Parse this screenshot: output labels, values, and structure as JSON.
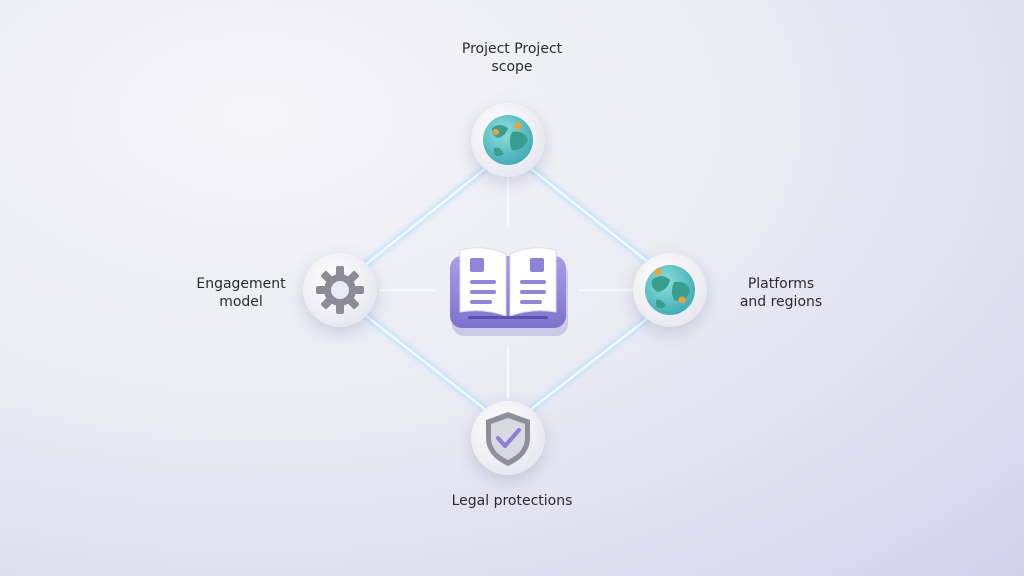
{
  "nodes": {
    "top": {
      "label": "Project Project\nscope",
      "icon": "globe-icon"
    },
    "left": {
      "label": "Engagement\nmodel",
      "icon": "gear-icon"
    },
    "right": {
      "label": "Platforms\nand regions",
      "icon": "globe-icon"
    },
    "bottom": {
      "label": "Legal protections",
      "icon": "shield-check-icon"
    },
    "center": {
      "icon": "open-book-icon"
    }
  },
  "colors": {
    "accent": "#8b7fd6",
    "connector_glow": "#cfe8fb",
    "globe_ocean": "#5cc3c4",
    "globe_land": "#3a9e8e",
    "pin": "#f0a13a",
    "gear": "#8c8c96",
    "shield": "#8f8f99",
    "check": "#8b7fd6"
  }
}
